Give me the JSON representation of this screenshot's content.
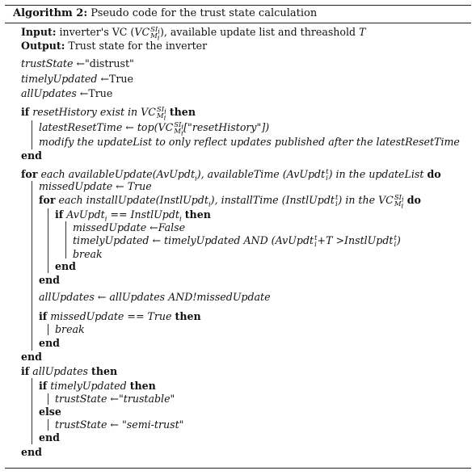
{
  "caption": {
    "label": "Algorithm 2:",
    "text": "Pseudo code for the trust state calculation"
  },
  "input": {
    "label": "Input:",
    "text_a": "inverter's VC (",
    "vc": "VC",
    "sup": "SI",
    "supsub": "i",
    "sub": "M",
    "subsub": "i",
    "text_b": "), available update list and threashold ",
    "t": "T"
  },
  "output": {
    "label": "Output:",
    "text": "Trust state for the inverter"
  },
  "init": [
    {
      "lhs": "trustState",
      "arrow": " ←",
      "rhs": "\"distrust\""
    },
    {
      "lhs": "timelyUpdated",
      "arrow": " ←",
      "rhs": "True"
    },
    {
      "lhs": "allUpdates",
      "arrow": " ←",
      "rhs": "True"
    }
  ],
  "kw": {
    "if": "if",
    "then": "then",
    "end": "end",
    "for": "for",
    "do": "do",
    "else": "else"
  },
  "reset_if": {
    "cond": "resetHistory exist in VC"
  },
  "reset_body": {
    "line1_a": "latestResetTime ← top(VC",
    "line1_b": "[\"resetHistory\"])",
    "line2": "modify the updateList to only reflect updates published after the latestResetTime"
  },
  "for_outer": {
    "text_a": "each availableUpdate(AvUpdt",
    "sub_i": "i",
    "text_b": "), availableTime (AvUpdt",
    "sup_t": "t",
    "text_c": ") in the updateList"
  },
  "missed_init": "missedUpdate ← True",
  "for_inner": {
    "text_a": "each installUpdate(InstlUpdt",
    "text_b": "), installTime (InstlUpdt",
    "text_c": ") in the VC"
  },
  "inner_if": {
    "text_a": "AvUpdt",
    "text_b": " == InstlUpdt"
  },
  "inner_body": {
    "line1": "missedUpdate ←False",
    "line2_a": "timelyUpdated ← timelyUpdated AND (AvUpdt",
    "line2_b": "+T >InstlUpdt",
    "line2_c": ")",
    "line3": "break"
  },
  "all_updates_line": "allUpdates ← allUpdates AND!missedUpdate",
  "missed_if": {
    "cond": "missedUpdate == True"
  },
  "break": "break",
  "final_if": {
    "cond": "allUpdates"
  },
  "timely_if": {
    "cond": "timelyUpdated"
  },
  "trustable": "trustState ←\"trustable\"",
  "semi_trust": "trustState ← \"semi-trust\""
}
